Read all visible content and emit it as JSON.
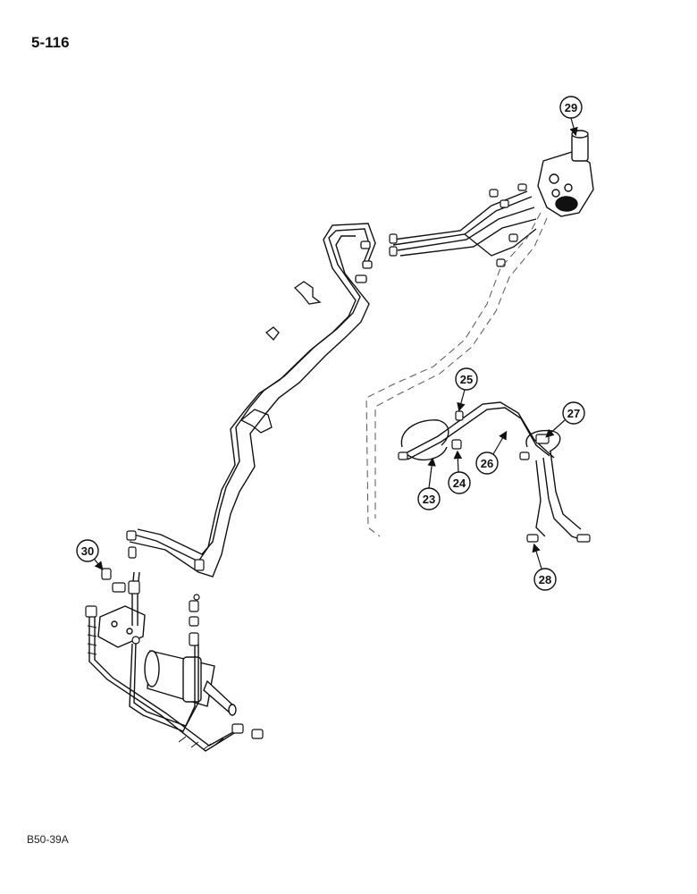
{
  "header": {
    "page_number": "5-116"
  },
  "footer": {
    "figure_code": "B50-39A"
  },
  "callouts": [
    "29",
    "25",
    "27",
    "26",
    "23",
    "24",
    "30",
    "28"
  ],
  "colors": {
    "line": "#111111",
    "background": "#ffffff",
    "dashed": "#555555"
  }
}
